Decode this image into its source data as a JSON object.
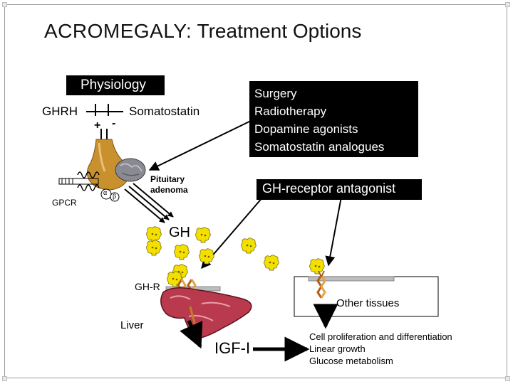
{
  "title": {
    "part1": "ACROMEGALY:",
    "part2": "Treatment Options"
  },
  "figure": {
    "physiology_header": "Physiology",
    "ghrh": "GHRH",
    "somatostatin": "Somatostatin",
    "plus": "+",
    "minus": "-",
    "treatments": [
      "Surgery",
      "Radiotherapy",
      "Dopamine agonists",
      "Somatostatin analogues"
    ],
    "pituitary_adenoma": [
      "Pituitary",
      "adenoma"
    ],
    "gpcr": "GPCR",
    "alpha": "α",
    "beta": "β",
    "gh_receptor_antagonist": "GH-receptor antagonist",
    "gh": "GH",
    "gh_r": "GH-R",
    "other_tissues": "Other tissues",
    "liver": "Liver",
    "igf1": "IGF-I",
    "effects": [
      "Cell proliferation and differentiation",
      "Linear growth",
      "Glucose metabolism"
    ]
  },
  "colors": {
    "text": "#000000",
    "box": "#000000",
    "liver": "#b83a4c",
    "gh_molecule": "#f3e000",
    "receptor": "#d98a2b",
    "pituitary": "#c9902e"
  }
}
